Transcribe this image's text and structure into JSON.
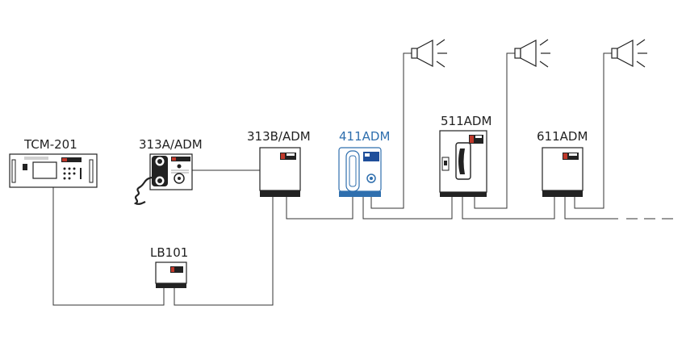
{
  "devices": {
    "tcm201": {
      "label": "TCM-201"
    },
    "a313": {
      "label": "313A/ADM"
    },
    "b313": {
      "label": "313B/ADM"
    },
    "adm411": {
      "label": "411ADM",
      "color": "#2f6fae"
    },
    "adm511": {
      "label": "511ADM"
    },
    "adm611": {
      "label": "611ADM"
    },
    "lb101": {
      "label": "LB101"
    }
  },
  "continuation": "- - - -",
  "colors": {
    "line": "#333333",
    "highlight": "#2f6fae",
    "label_red": "#c0392b",
    "label_blue": "#1f4e9a"
  }
}
